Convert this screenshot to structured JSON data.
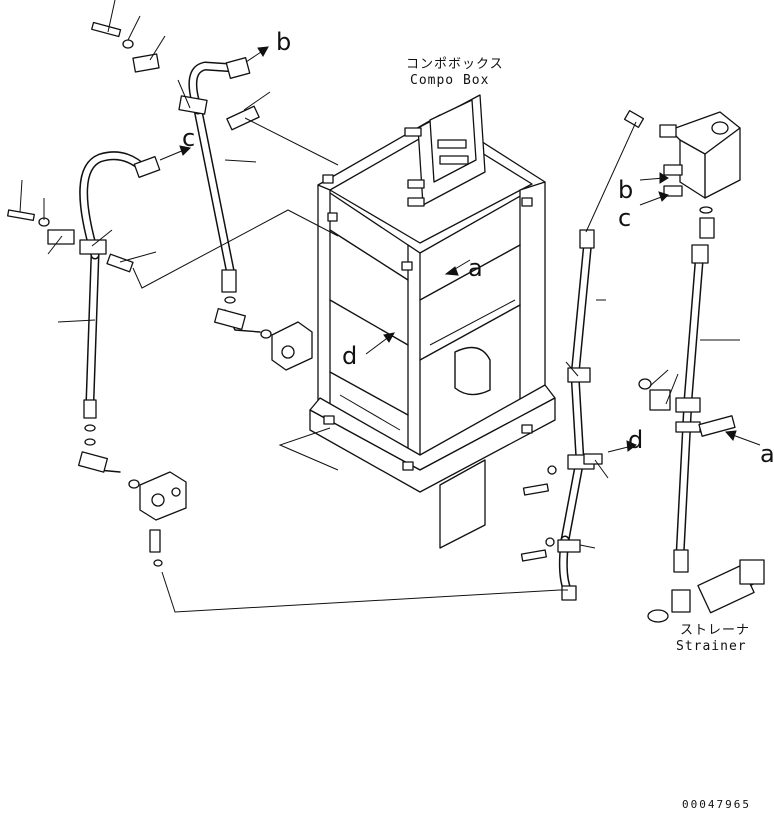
{
  "labels": {
    "compo_box_jp": "コンポボックス",
    "compo_box_en": "Compo Box",
    "strainer_jp": "ストレーナ",
    "strainer_en": "Strainer",
    "drawing_code": "00047965"
  },
  "callouts": {
    "b_top": "b",
    "c_top": "c",
    "a_frame": "a",
    "d_frame": "d",
    "b_right": "b",
    "c_right": "c",
    "d_right": "d",
    "a_right": "a"
  }
}
